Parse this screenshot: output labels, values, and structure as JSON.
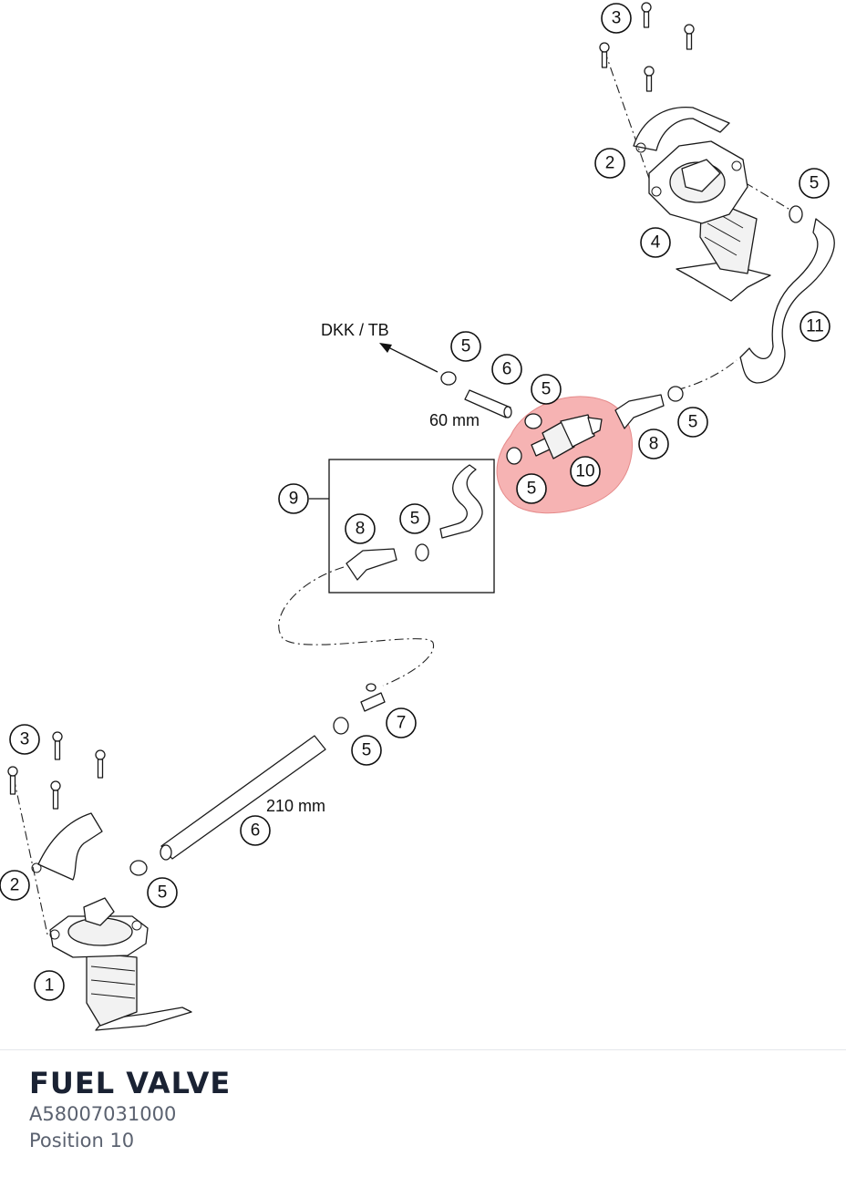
{
  "diagram": {
    "labels": {
      "dkk": "DKK / TB",
      "len_60": "60 mm",
      "len_210": "210 mm"
    },
    "callouts": [
      "3",
      "2",
      "5",
      "4",
      "11",
      "5",
      "6",
      "5",
      "8",
      "5",
      "10",
      "5",
      "9",
      "8",
      "5",
      "7",
      "5",
      "3",
      "2",
      "5",
      "6",
      "1"
    ],
    "highlight_color": "#f08080"
  },
  "footer": {
    "title": "FUEL VALVE",
    "part_number": "A58007031000",
    "position": "Position 10"
  }
}
